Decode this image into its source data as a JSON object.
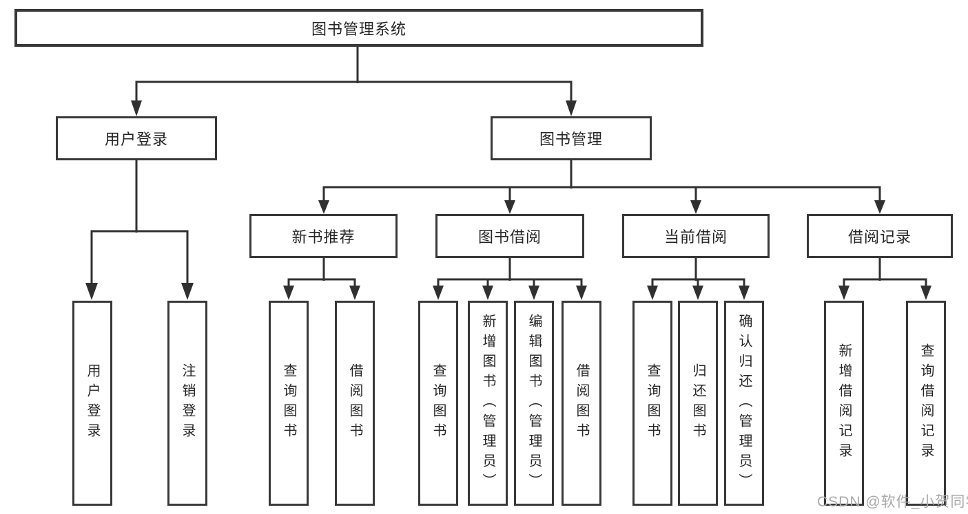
{
  "diagram": {
    "type": "functional-structure-tree",
    "colors": {
      "background": "#ffffff",
      "line": "#303030",
      "box_border": "#383838",
      "box_fill": "#ffffff",
      "text": "#262626",
      "watermark": "#a9a9a9"
    },
    "tree": {
      "root": {
        "label": "图书管理系统"
      },
      "branches": [
        {
          "label": "用户登录",
          "leaves": [
            {
              "label": "用户登录"
            },
            {
              "label": "注销登录"
            }
          ]
        },
        {
          "label": "图书管理",
          "children": [
            {
              "label": "新书推荐",
              "leaves": [
                {
                  "label": "查询图书"
                },
                {
                  "label": "借阅图书"
                }
              ]
            },
            {
              "label": "图书借阅",
              "leaves": [
                {
                  "label": "查询图书"
                },
                {
                  "label": "新增图书（管理员）"
                },
                {
                  "label": "编辑图书（管理员）"
                },
                {
                  "label": "借阅图书"
                }
              ]
            },
            {
              "label": "当前借阅",
              "leaves": [
                {
                  "label": "查询图书"
                },
                {
                  "label": "归还图书"
                },
                {
                  "label": "确认归还（管理员）"
                }
              ]
            },
            {
              "label": "借阅记录",
              "leaves": [
                {
                  "label": "新增借阅记录"
                },
                {
                  "label": "查询借阅记录"
                }
              ]
            }
          ]
        }
      ]
    },
    "watermark": {
      "text": "CSDN @软件_小贺同学"
    }
  }
}
